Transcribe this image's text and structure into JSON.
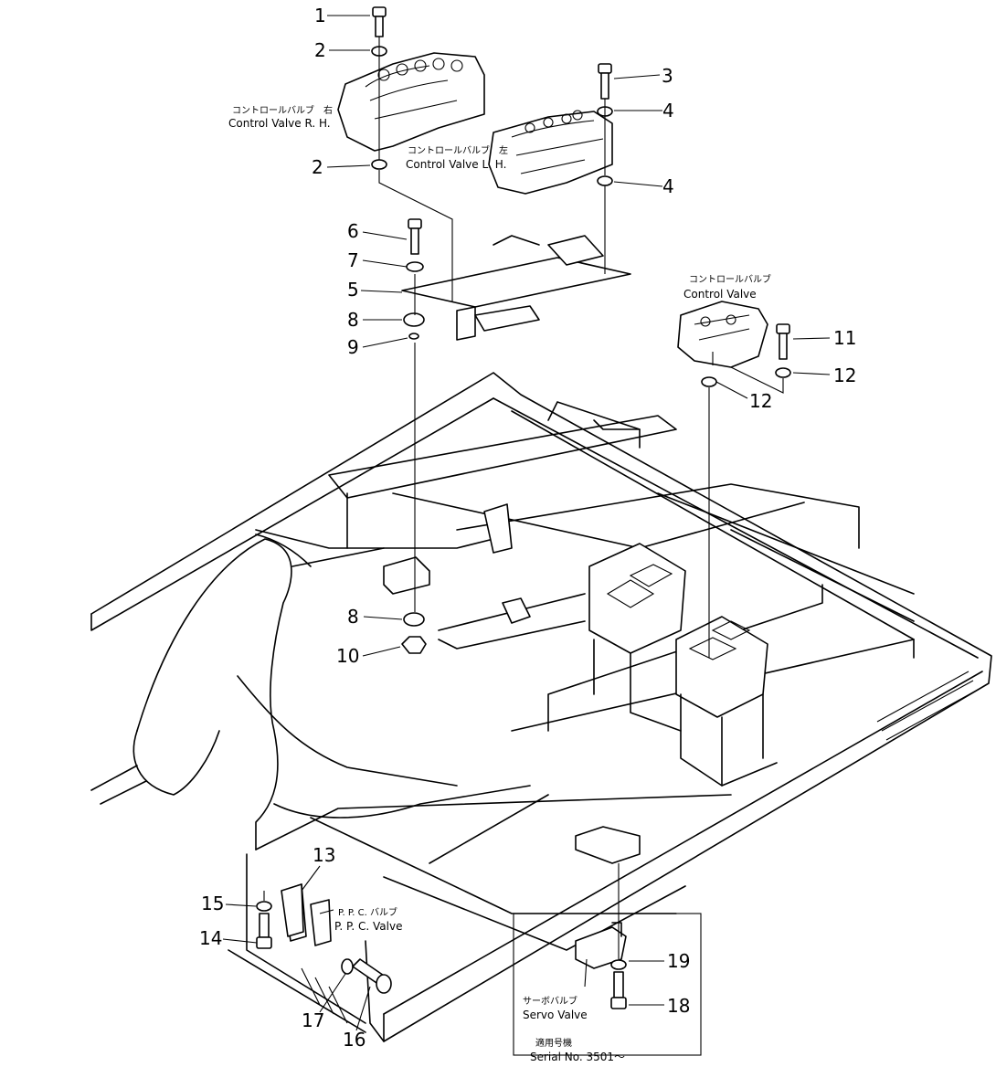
{
  "callouts": {
    "c1": "1",
    "c2a": "2",
    "c2b": "2",
    "c3": "3",
    "c4a": "4",
    "c4b": "4",
    "c5": "5",
    "c6": "6",
    "c7": "7",
    "c8a": "8",
    "c8b": "8",
    "c9": "9",
    "c10": "10",
    "c11": "11",
    "c12a": "12",
    "c12b": "12",
    "c13": "13",
    "c14": "14",
    "c15": "15",
    "c16": "16",
    "c17": "17",
    "c18": "18",
    "c19": "19"
  },
  "labels": {
    "cv_rh_jp": "コントロールバルブ　右",
    "cv_rh_en": "Control  Valve  R. H.",
    "cv_lh_jp": "コントロールバルブ　左",
    "cv_lh_en": "Control  Valve  L. H.",
    "cv_jp": "コントロールバルブ",
    "cv_en": "Control  Valve",
    "ppc_jp": "P. P. C. バルブ",
    "ppc_en": "P. P. C.  Valve",
    "servo_jp": "サーボバルブ",
    "servo_en": "Servo  Valve",
    "serial_jp": "適用号機",
    "serial_en": "Serial  No.  3501～"
  }
}
